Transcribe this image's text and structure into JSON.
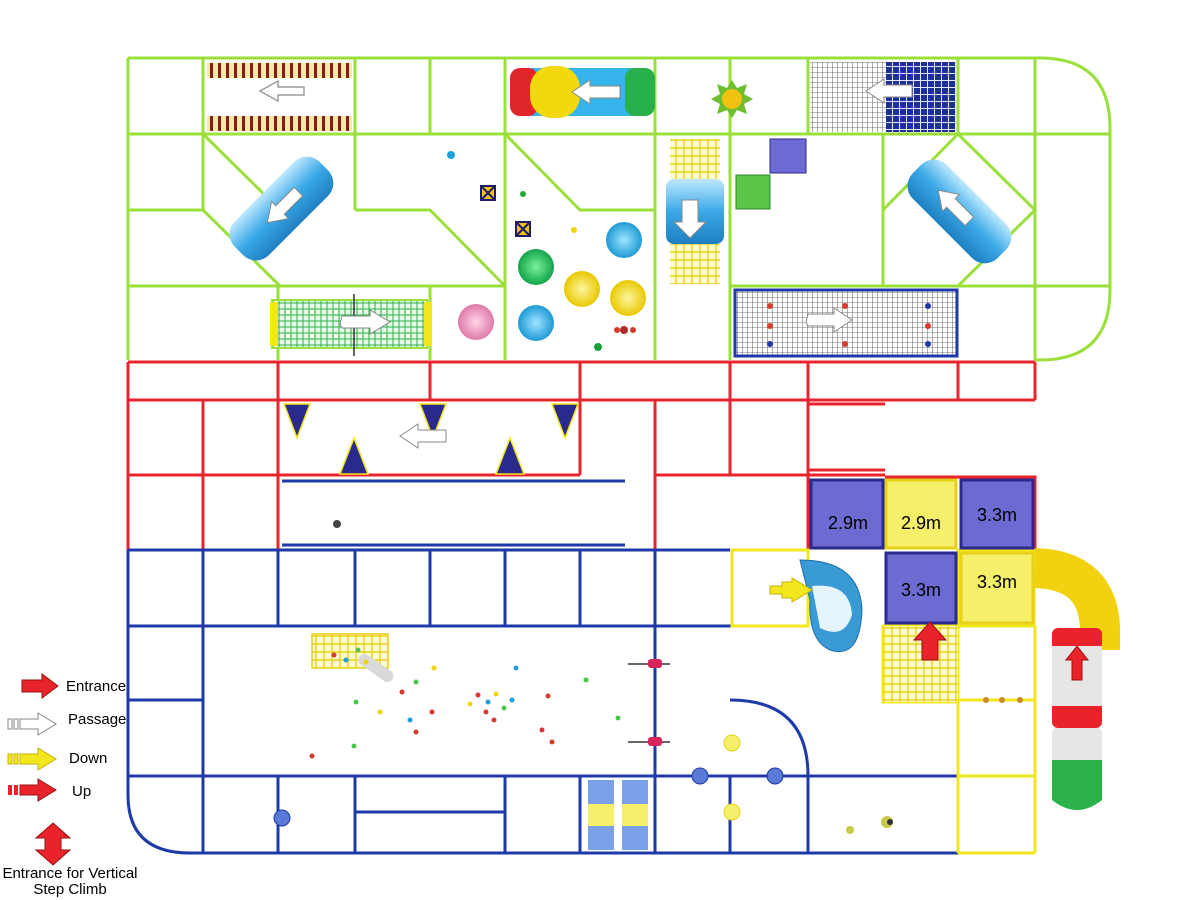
{
  "colors": {
    "green_frame": "#9be03a",
    "red_frame": "#e8232b",
    "blue_frame": "#1d3aa8",
    "yellow_frame": "#f2e71c",
    "purple_block": "#6d6ad1",
    "yellow_block": "#f5ef6a",
    "arrow_red": "#e8232b",
    "arrow_yellow": "#f2e71c",
    "navy_triangle": "#2a2a8c"
  },
  "platform_heights": {
    "h1": "2.9m",
    "h2": "2.9m",
    "h3": "3.3m",
    "h4": "3.3m",
    "h5": "3.3m"
  },
  "legend": {
    "entrance": "Entrance",
    "passage": "Passage",
    "down": "Down",
    "up": "Up",
    "vertical_step_climb": "Entrance for Vertical Step Climb"
  },
  "icons": {
    "entrance": "red-arrow-icon",
    "passage": "white-passage-arrow-icon",
    "down": "yellow-arrow-icon",
    "up": "red-striped-arrow-icon",
    "vertical": "red-double-arrow-icon"
  }
}
